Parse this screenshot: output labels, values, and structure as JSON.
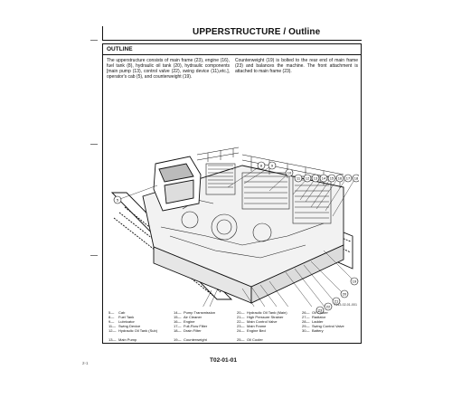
{
  "header": {
    "title": "UPPERSTRUCTURE / Outline"
  },
  "section": {
    "title": "OUTLINE"
  },
  "intro": {
    "left": "The upperstructure consists of main frame (23), engine (16), fuel tank (8), hydraulic oil tank (20), hydraulic components [main pump (13), control valve (22), swing device (11),etc.], operator's cab (5), and counterweight (19).",
    "right": "Counterweight (19) is bolted to the rear end of main frame (23) and balances the machine. The front attachment is attached to main frame (23)."
  },
  "figure": {
    "callouts": [
      "5",
      "8",
      "9",
      "10",
      "11",
      "12",
      "13",
      "14",
      "15",
      "16",
      "17",
      "18",
      "19",
      "20",
      "21",
      "22",
      "23",
      "24",
      "25",
      "26",
      "27",
      "28",
      "29",
      "30"
    ],
    "code": "T113-02-01-001"
  },
  "legend": [
    {
      "num": "5—",
      "label": "Cab"
    },
    {
      "num": "8—",
      "label": "Fuel Tank"
    },
    {
      "num": "9—",
      "label": "Lubricator"
    },
    {
      "num": "11—",
      "label": "Swing Device"
    },
    {
      "num": "12—",
      "label": "Hydraulic Oil Tank (Sub)"
    },
    {
      "num": "13—",
      "label": "Main Pump"
    },
    {
      "num": "14—",
      "label": "Pump Transmission"
    },
    {
      "num": "15—",
      "label": "Air Cleaner"
    },
    {
      "num": "16—",
      "label": "Engine"
    },
    {
      "num": "17—",
      "label": "Full-Flow Filter"
    },
    {
      "num": "18—",
      "label": "Drain Filter"
    },
    {
      "num": "19—",
      "label": "Counterweight"
    },
    {
      "num": "20—",
      "label": "Hydraulic Oil Tank (Main)"
    },
    {
      "num": "21—",
      "label": "High Pressure Strainer"
    },
    {
      "num": "22—",
      "label": "Main Control Valve"
    },
    {
      "num": "23—",
      "label": "Main Frame"
    },
    {
      "num": "24—",
      "label": "Engine Bed"
    },
    {
      "num": "25—",
      "label": "Oil Cooler"
    },
    {
      "num": "26—",
      "label": "Oil Cooler"
    },
    {
      "num": "27—",
      "label": "Radiator"
    },
    {
      "num": "28—",
      "label": "Ladder"
    },
    {
      "num": "29—",
      "label": "Swing Control Valve"
    },
    {
      "num": "30—",
      "label": "Battery"
    }
  ],
  "footer": {
    "left": "2-1",
    "code": "T02-01-01"
  }
}
